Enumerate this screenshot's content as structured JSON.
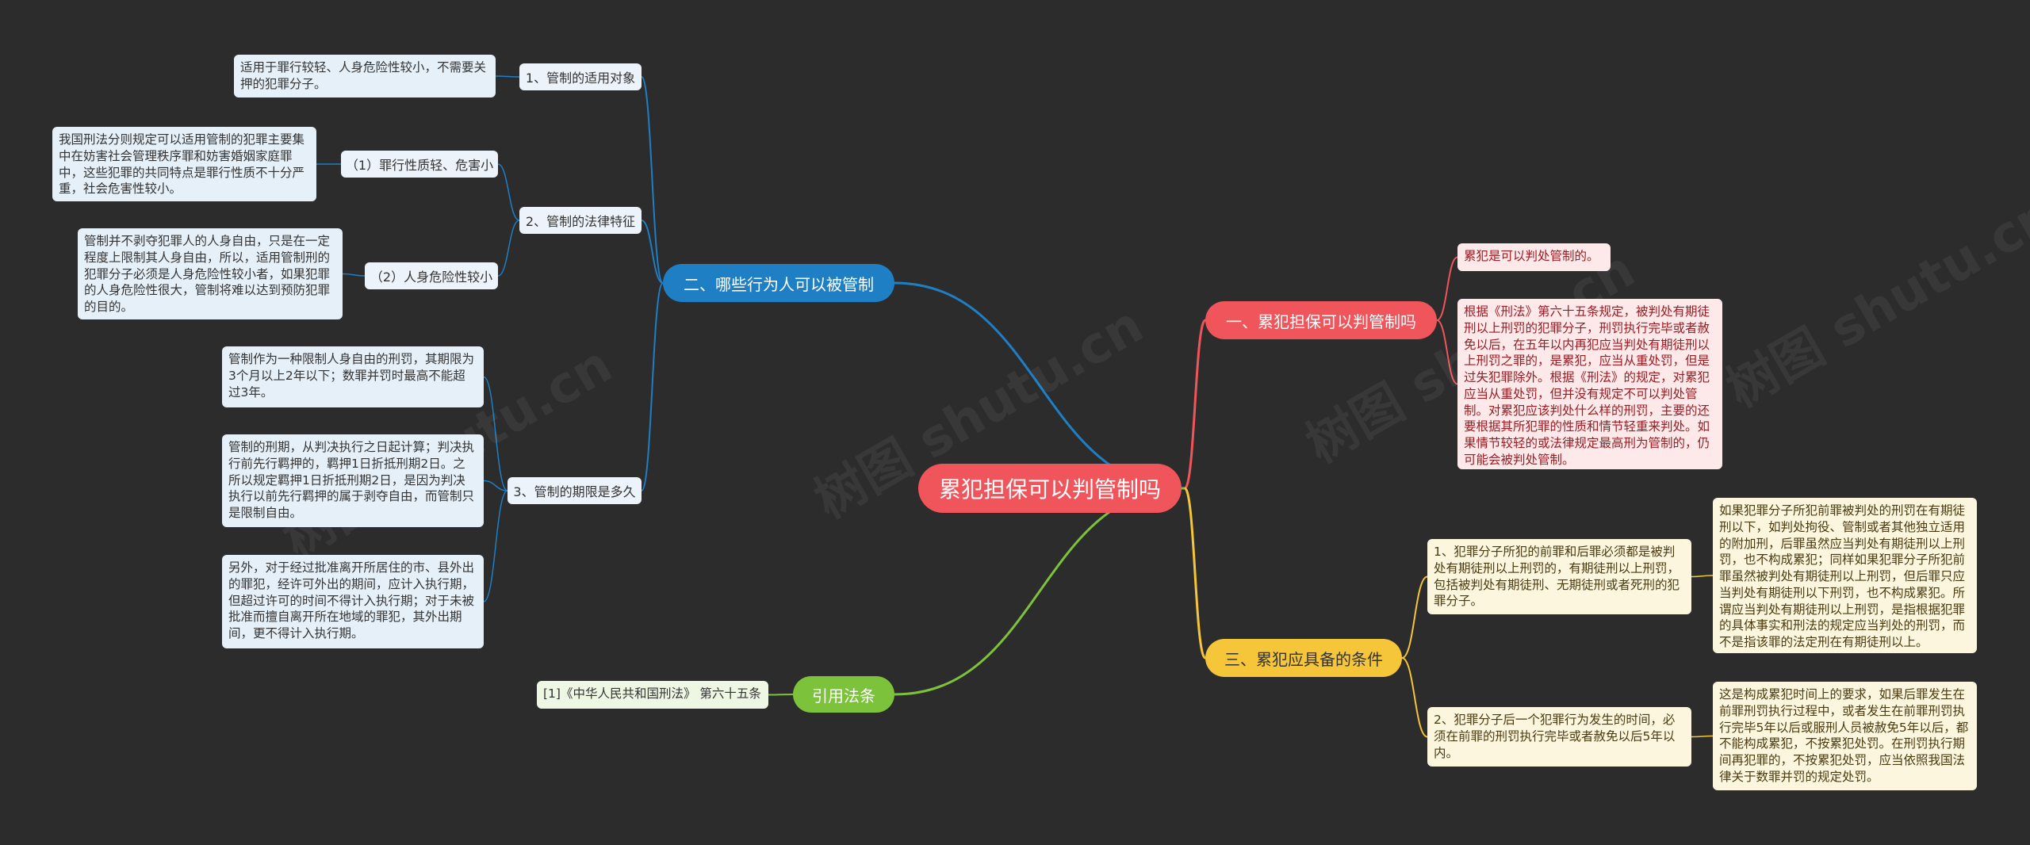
{
  "center": "累犯担保可以判管制吗",
  "colors": {
    "background": "#2c2c2c",
    "center": "#f0555b",
    "branch1": "#f0555b",
    "branch2": "#1f7fc4",
    "branch3": "#f5c53a",
    "branch4": "#7cc23a"
  },
  "branches": {
    "b1": {
      "label": "一、累犯担保可以判管制吗",
      "texts": [
        "累犯是可以判处管制的。",
        "根据《刑法》第六十五条规定，被判处有期徒刑以上刑罚的犯罪分子，刑罚执行完毕或者赦免以后，在五年以内再犯应当判处有期徒刑以上刑罚之罪的，是累犯，应当从重处罚，但是过失犯罪除外。根据《刑法》的规定，对累犯应当从重处罚，但并没有规定不可以判处管制。对累犯应该判处什么样的刑罚，主要的还要根据其所犯罪的性质和情节轻重来判处。如果情节较轻的或法律规定最高刑为管制的，仍可能会被判处管制。"
      ]
    },
    "b2": {
      "label": "二、哪些行为人可以被管制",
      "subs": [
        {
          "label": "1、管制的适用对象",
          "text": "适用于罪行较轻、人身危险性较小，不需要关押的犯罪分子。"
        },
        {
          "label": "2、管制的法律特征",
          "children": [
            {
              "label": "（1）罪行性质轻、危害小",
              "text": "我国刑法分则规定可以适用管制的犯罪主要集中在妨害社会管理秩序罪和妨害婚姻家庭罪中，这些犯罪的共同特点是罪行性质不十分严重，社会危害性较小。"
            },
            {
              "label": "（2）人身危险性较小",
              "text": "管制并不剥夺犯罪人的人身自由，只是在一定程度上限制其人身自由，所以，适用管制刑的犯罪分子必须是人身危险性较小者，如果犯罪的人身危险性很大，管制将难以达到预防犯罪的目的。"
            }
          ]
        },
        {
          "label": "3、管制的期限是多久",
          "texts": [
            "管制作为一种限制人身自由的刑罚，其期限为3个月以上2年以下；数罪并罚时最高不能超过3年。",
            "管制的刑期，从判决执行之日起计算；判决执行前先行羁押的，羁押1日折抵刑期2日。之所以规定羁押1日折抵刑期2日，是因为判决执行以前先行羁押的属于剥夺自由，而管制只是限制自由。",
            "另外，对于经过批准离开所居住的市、县外出的罪犯，经许可外出的期间，应计入执行期，但超过许可的时间不得计入执行期；对于未被批准而擅自离开所在地域的罪犯，其外出期间，更不得计入执行期。"
          ]
        }
      ]
    },
    "b3": {
      "label": "三、累犯应具备的条件",
      "subs": [
        {
          "label": "1、犯罪分子所犯的前罪和后罪必须都是被判处有期徒刑以上刑罚的，有期徒刑以上刑罚，包括被判处有期徒刑、无期徒刑或者死刑的犯罪分子。",
          "text": "如果犯罪分子所犯前罪被判处的刑罚在有期徒刑以下，如判处拘役、管制或者其他独立适用的附加刑，后罪虽然应当判处有期徒刑以上刑罚，也不构成累犯；同样如果犯罪分子所犯前罪虽然被判处有期徒刑以上刑罚，但后罪只应当判处有期徒刑以下刑罚，也不构成累犯。所谓应当判处有期徒刑以上刑罚，是指根据犯罪的具体事实和刑法的规定应当判处的刑罚，而不是指该罪的法定刑在有期徒刑以上。"
        },
        {
          "label": "2、犯罪分子后一个犯罪行为发生的时间，必须在前罪的刑罚执行完毕或者赦免以后5年以内。",
          "text": "这是构成累犯时间上的要求，如果后罪发生在前罪刑罚执行过程中，或者发生在前罪刑罚执行完毕5年以后或服刑人员被赦免5年以后，都不能构成累犯，不按累犯处罚。在刑罚执行期间再犯罪的，不按累犯处罚，应当依照我国法律关于数罪并罚的规定处罚。"
        }
      ]
    },
    "b4": {
      "label": "引用法条",
      "text": "[1]《中华人民共和国刑法》 第六十五条"
    }
  },
  "watermarks": [
    "树图 shutu.cn",
    "树图 shutu.cn",
    "树图 shutu.cn",
    "树图 shutu.cn"
  ]
}
